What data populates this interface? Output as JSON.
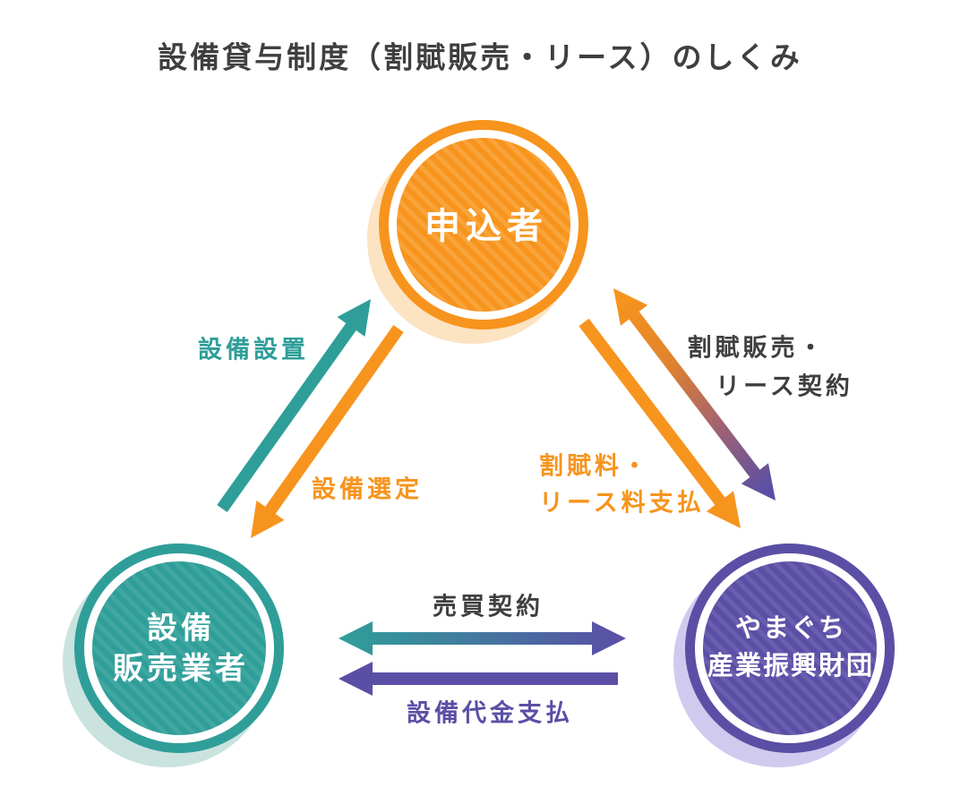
{
  "title": "設備貸与制度（割賦販売・リース）のしくみ",
  "colors": {
    "background": "#FFFFFF",
    "orange": "#F7941D",
    "orange_stripe": "#F9A43A",
    "orange_shadow": "#FCE3C2",
    "teal": "#2F9E99",
    "teal_stripe": "#41A7A1",
    "teal_shadow": "#CAE3DF",
    "purple": "#5A4FA5",
    "purple_stripe": "#695EAF",
    "purple_shadow": "#D1CAEF",
    "text_dark": "#3F3F3F",
    "node_text": "#FFFFFF",
    "white": "#FFFFFF"
  },
  "nodes": {
    "applicant": {
      "label": "申込者"
    },
    "vendor": {
      "line1": "設備",
      "line2": "販売業者"
    },
    "foundation": {
      "line1": "やまぐち",
      "line2": "産業振興財団"
    }
  },
  "arrows": {
    "equipment_install": {
      "label": "設備設置"
    },
    "equipment_select": {
      "label": "設備選定"
    },
    "lease_contract": {
      "line1": "割賦販売・",
      "line2": "リース契約"
    },
    "lease_payment": {
      "line1": "割賦料・",
      "line2": "リース料支払"
    },
    "sales_contract": {
      "label": "売買契約"
    },
    "equipment_payment": {
      "label": "設備代金支払"
    }
  }
}
